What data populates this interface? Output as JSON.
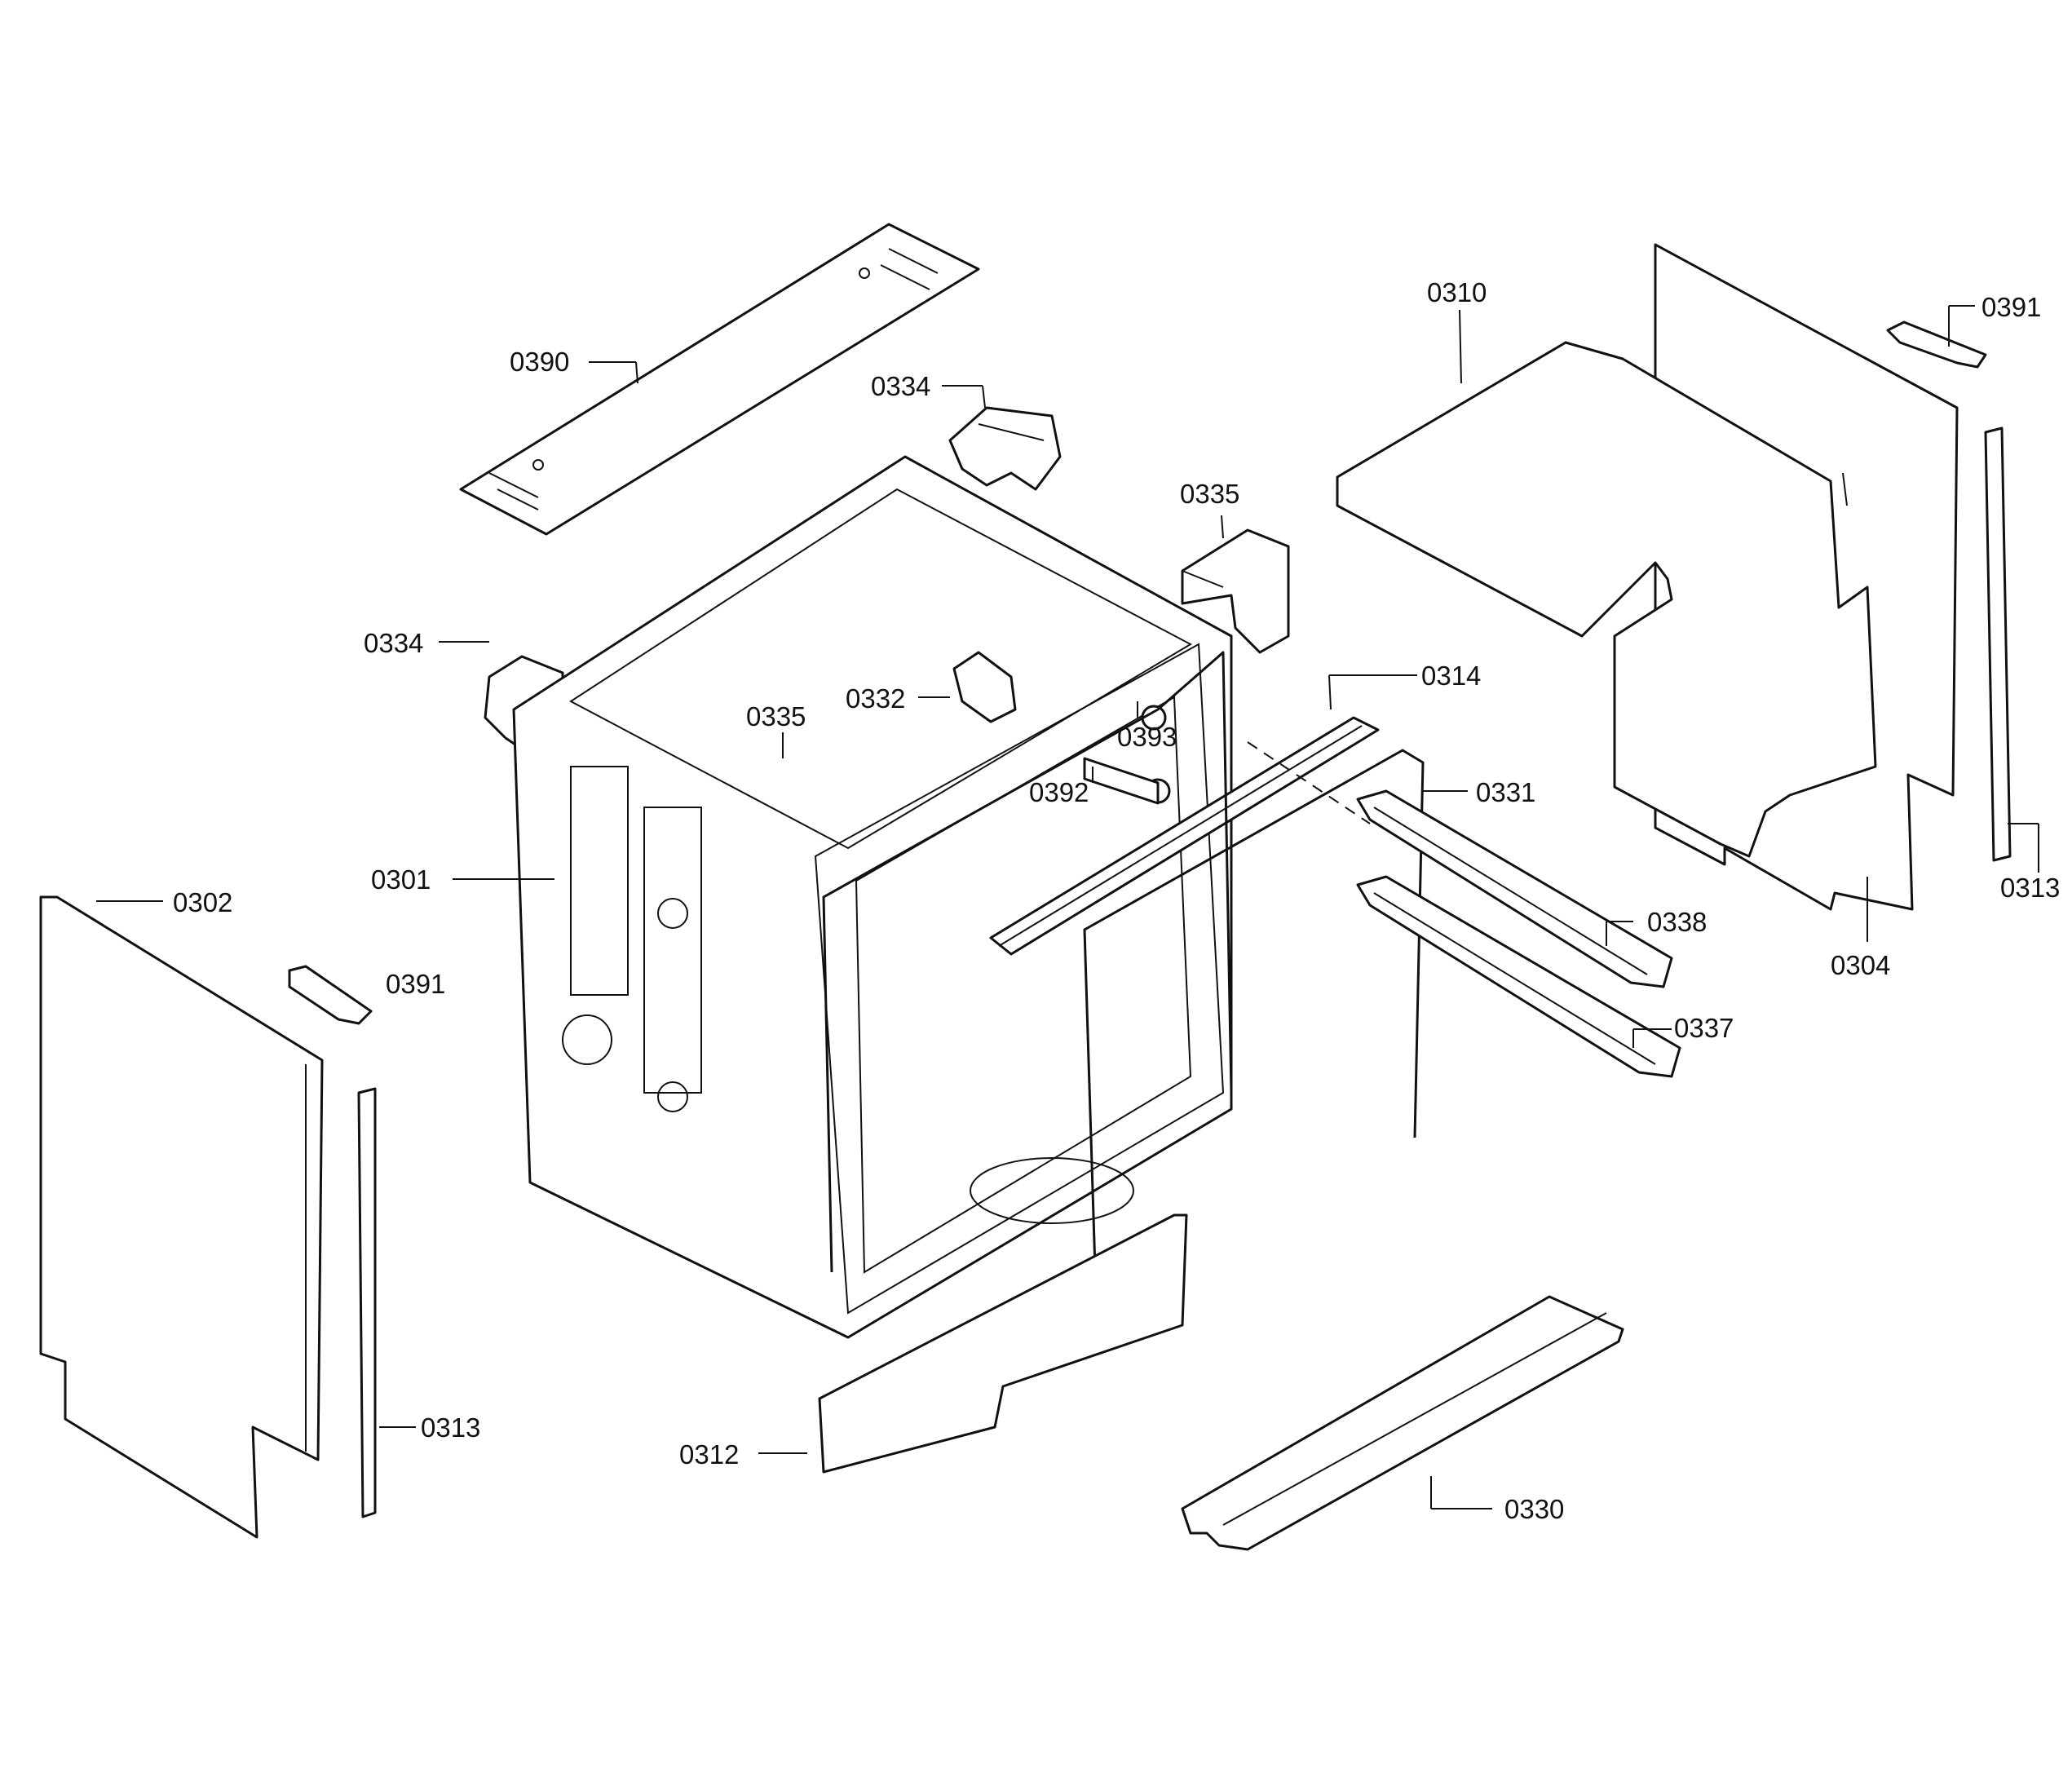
{
  "labels": {
    "p0390": "0390",
    "p0334a": "0334",
    "p0334b": "0334",
    "p0335a": "0335",
    "p0335b": "0335",
    "p0310": "0310",
    "p0391a": "0391",
    "p0391b": "0391",
    "p0332": "0332",
    "p0393": "0393",
    "p0392": "0392",
    "p0314": "0314",
    "p0331": "0331",
    "p0301": "0301",
    "p0302": "0302",
    "p0338": "0338",
    "p0337": "0337",
    "p0304": "0304",
    "p0313a": "0313",
    "p0313b": "0313",
    "p0312": "0312",
    "p0330": "0330"
  }
}
